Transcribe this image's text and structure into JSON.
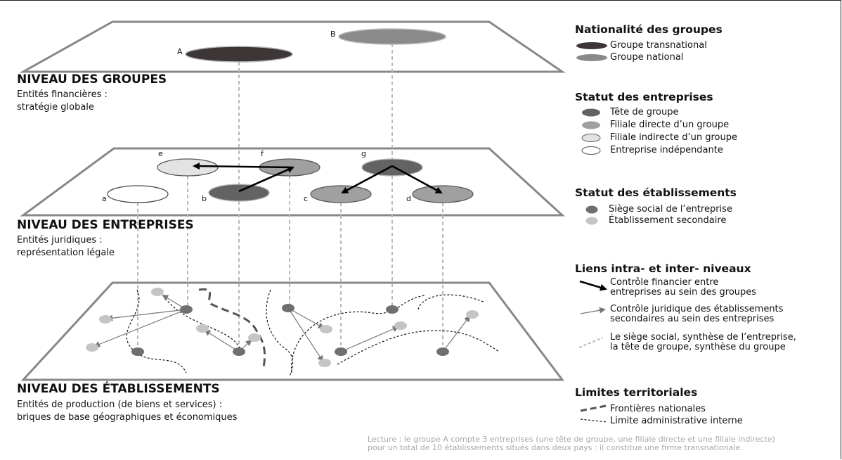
{
  "levels": {
    "groupes": {
      "title": "NIVEAU DES GROUPES",
      "line1": "Entités financières :",
      "line2": "stratégie globale"
    },
    "entreprises": {
      "title": "NIVEAU DES ENTREPRISES",
      "line1": "Entités juridiques :",
      "line2": "représentation légale"
    },
    "etablissements": {
      "title": "NIVEAU DES ÉTABLISSEMENTS",
      "line1": "Entités de production (de biens et services) :",
      "line2": "briques de base géographiques et économiques"
    }
  },
  "node_labels": {
    "A": "A",
    "B": "B",
    "a": "a",
    "b": "b",
    "c": "c",
    "d": "d",
    "e": "e",
    "f": "f",
    "g": "g"
  },
  "legend": {
    "nationalite": {
      "title": "Nationalité des groupes",
      "transnational": "Groupe transnational",
      "national": "Groupe national"
    },
    "statut_entreprises": {
      "title": "Statut des entreprises",
      "tete": "Tête de groupe",
      "directe": "Filiale directe d’un groupe",
      "indirecte": "Filiale indirecte d’un groupe",
      "independante": "Entreprise indépendante"
    },
    "statut_etablissements": {
      "title": "Statut des établissements",
      "siege": "Siège social de l’entreprise",
      "secondaire": "Établissement secondaire"
    },
    "liens": {
      "title": "Liens intra- et inter- niveaux",
      "financier_1": "Contrôle financier entre",
      "financier_2": "entreprises au sein des groupes",
      "juridique_1": "Contrôle juridique des établissements",
      "juridique_2": "secondaires au sein des entreprises",
      "synthese_1": "Le siège social, synthèse de l’entreprise,",
      "synthese_2": "la tête de groupe, synthèse du groupe"
    },
    "limites": {
      "title": "Limites territoriales",
      "frontieres": "Frontières nationales",
      "interne": "Limite administrative interne"
    }
  },
  "lecture": {
    "line1": "Lecture : le groupe A compte 3 entreprises (une tête de groupe, une filiale directe et une filiale indirecte)",
    "line2": "pour un total de 10 établissements situés dans deux pays : il constitue une firme transnationale."
  },
  "colors": {
    "transnational": "#3d3636",
    "national": "#8a8a8a",
    "tete": "#636363",
    "directe": "#a0a0a0",
    "indirecte": "#e3e3e3",
    "independante": "#ffffff",
    "siege": "#6f6f6f",
    "secondaire": "#c5c5c5"
  }
}
